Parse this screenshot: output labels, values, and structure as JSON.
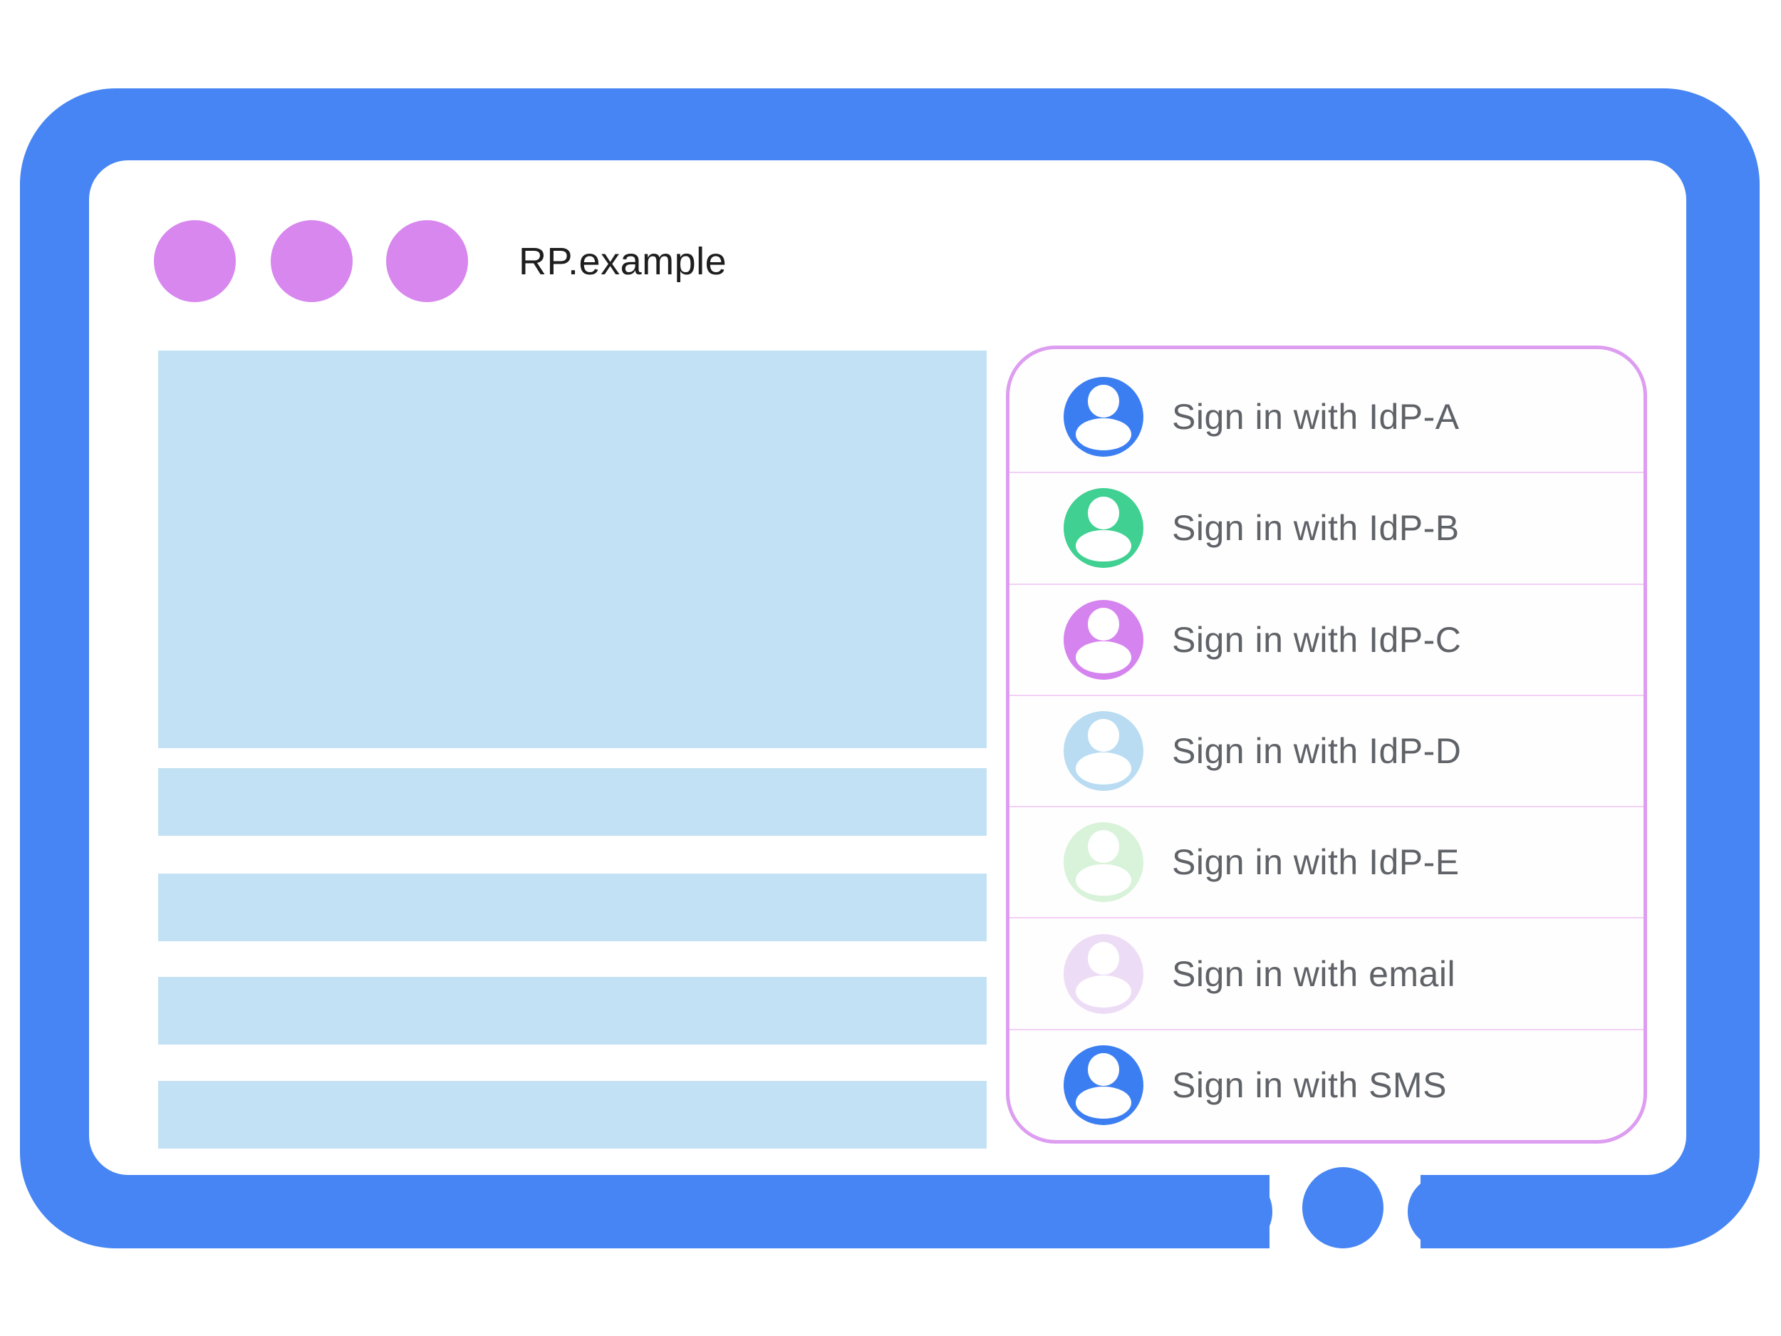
{
  "browser_frame": {
    "title": "RP.example",
    "window_dot_count": 3,
    "frame_color": "#4685f3",
    "window_dot_color": "#d787ee",
    "title_color": "#1e1e1e",
    "home_button": "home-button"
  },
  "content_placeholders": {
    "hero_color": "#c3e1f4",
    "text_bar_color": "#c3e1f4",
    "text_bar_count": 4
  },
  "signin_panel": {
    "border_color": "#dd9df0",
    "divider_color": "#f2d0f7",
    "label_color": "#5f6368",
    "options": [
      {
        "label": "Sign in with IdP-A",
        "icon": "person-icon",
        "avatar_color": "#3b7ef2"
      },
      {
        "label": "Sign in with IdP-B",
        "icon": "person-icon",
        "avatar_color": "#40d092"
      },
      {
        "label": "Sign in with IdP-C",
        "icon": "person-icon",
        "avatar_color": "#d583ef"
      },
      {
        "label": "Sign in with IdP-D",
        "icon": "person-icon",
        "avatar_color": "#b9dcf2"
      },
      {
        "label": "Sign in with IdP-E",
        "icon": "person-icon",
        "avatar_color": "#d8f3d9"
      },
      {
        "label": "Sign in with email",
        "icon": "person-icon",
        "avatar_color": "#eddcf6"
      },
      {
        "label": "Sign in with SMS",
        "icon": "person-icon",
        "avatar_color": "#3b7ef2"
      }
    ]
  }
}
